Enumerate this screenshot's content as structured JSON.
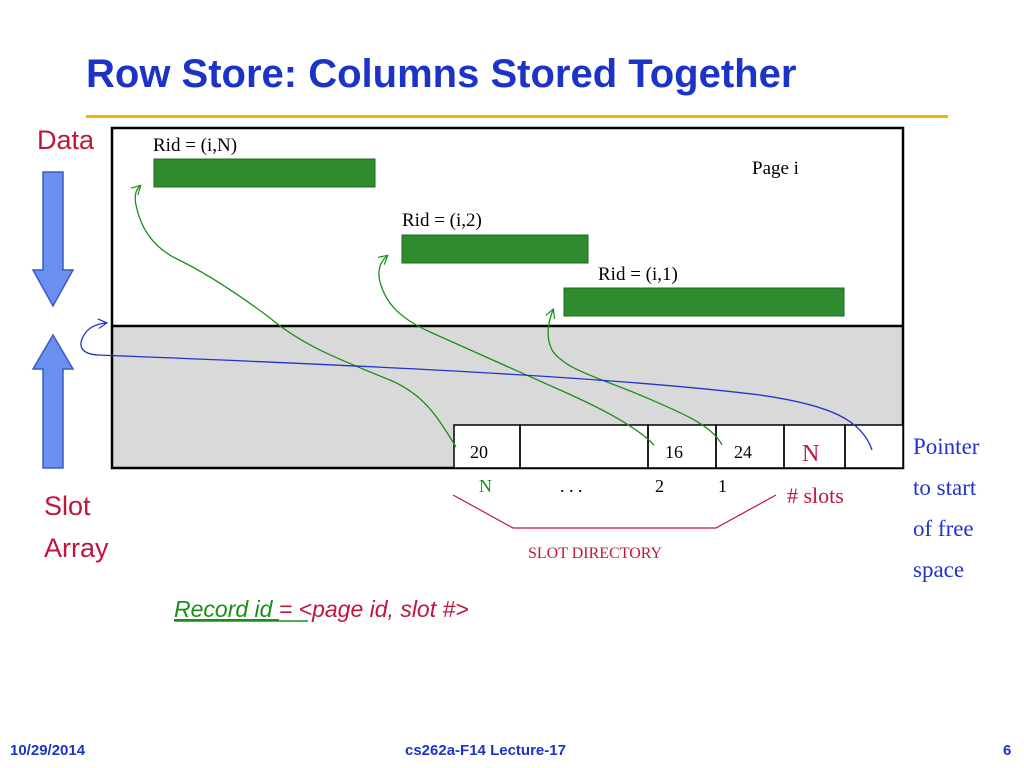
{
  "slide": {
    "title": "Row Store: Columns Stored Together",
    "footer": {
      "date": "10/29/2014",
      "course": "cs262a-F14 Lecture-17",
      "page_number": "6"
    }
  },
  "diagram": {
    "side_labels": {
      "data": "Data",
      "slot_array": [
        "Slot",
        "Array"
      ]
    },
    "page_label": "Page i",
    "records": [
      {
        "label": "Rid = (i,N)"
      },
      {
        "label": "Rid = (i,2)"
      },
      {
        "label": "Rid = (i,1)"
      }
    ],
    "slot_cells": [
      {
        "value": "20"
      },
      {
        "value": ""
      },
      {
        "value": "16"
      },
      {
        "value": "24"
      },
      {
        "value": "N"
      },
      {
        "value": ""
      }
    ],
    "slot_numbers": [
      "N",
      ". . .",
      "2",
      "1"
    ],
    "num_slots_label": "# slots",
    "free_space_pointer_label": [
      "Pointer",
      "to start",
      "of free",
      "space"
    ],
    "slot_directory_label": "SLOT DIRECTORY",
    "record_id": {
      "term": "Record id ",
      "definition": "= <page id, slot #>"
    },
    "colors": {
      "record": "#2e8b2e",
      "pointer_green": "#1a8f1a",
      "pointer_blue": "#2233cc",
      "slot_dir": "#c0163c",
      "free_space": "#d9d9d9",
      "arrow_fill": "#6b8ff0"
    }
  }
}
